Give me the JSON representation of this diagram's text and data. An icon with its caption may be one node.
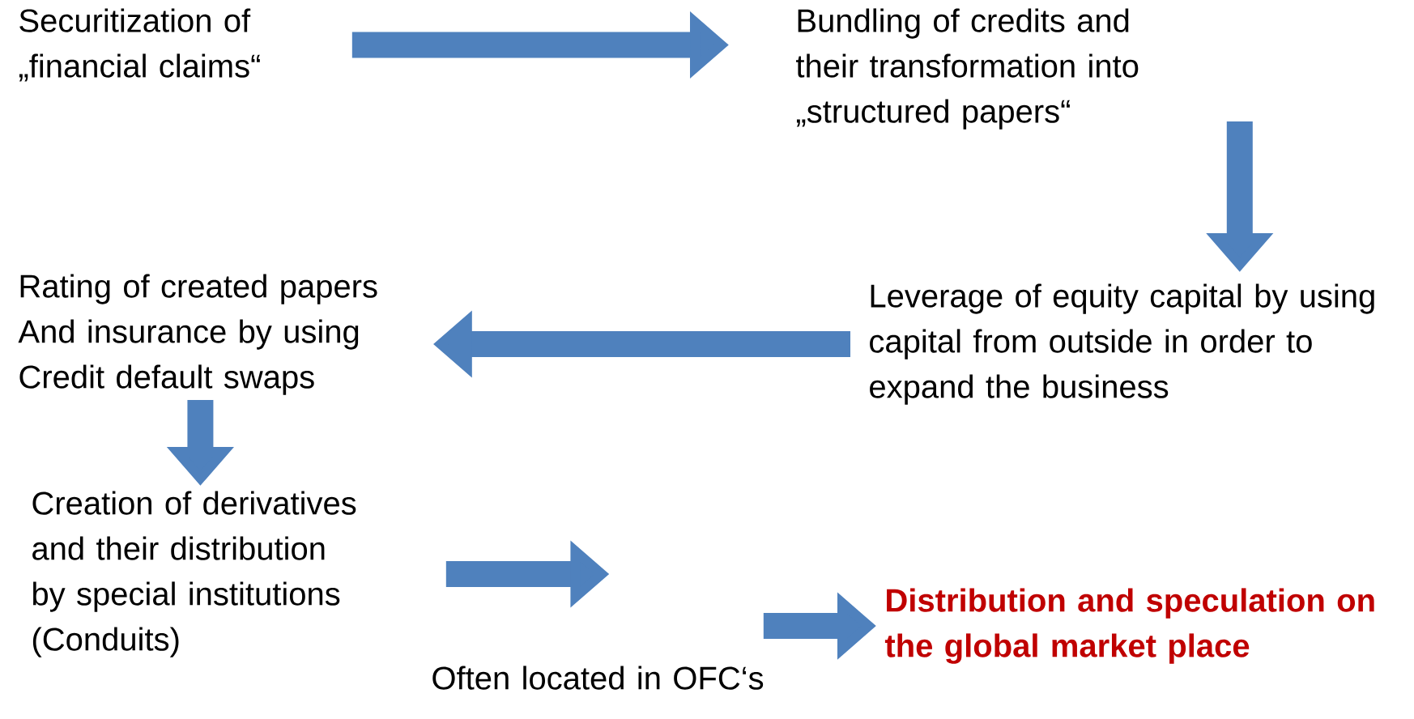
{
  "diagram": {
    "nodes": [
      {
        "text": [
          "Securitization of „financial claims“"
        ]
      },
      {
        "text": [
          "Bundling of credits and their transformation into „structured papers“"
        ]
      },
      {
        "text": [
          "Leverage of equity capital by using capital from outside in order to expand the business"
        ]
      },
      {
        "text": [
          "Rating of created papers And insurance by using Credit default swaps"
        ]
      },
      {
        "text": [
          "Creation of derivatives and their distribution by special institutions (Conduits)"
        ]
      },
      {
        "text": [
          "Often located in OFC‘s"
        ]
      },
      {
        "text": [
          "Distribution and speculation on the global market place"
        ]
      }
    ],
    "edges": [
      {
        "from": 0,
        "to": 1,
        "arrow": "to"
      },
      {
        "from": 1,
        "to": 2,
        "arrow": "to"
      },
      {
        "from": 2,
        "to": 3,
        "arrow": "to"
      },
      {
        "from": 3,
        "to": 4,
        "arrow": "to"
      },
      {
        "from": 4,
        "to": 5,
        "arrow": "to"
      },
      {
        "from": 5,
        "to": 6,
        "arrow": "to"
      }
    ]
  }
}
